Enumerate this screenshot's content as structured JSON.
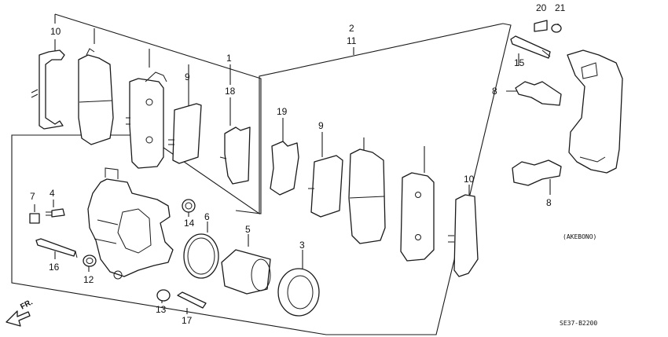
{
  "callouts": {
    "c1": "1",
    "c2": "2",
    "c11": "11",
    "c3": "3",
    "c4": "4",
    "c5": "5",
    "c6": "6",
    "c7": "7",
    "c8a": "8",
    "c8b": "8",
    "c9a": "9",
    "c9b": "9",
    "c10a": "10",
    "c10b": "10",
    "c12": "12",
    "c13": "13",
    "c14": "14",
    "c15": "15",
    "c16": "16",
    "c17": "17",
    "c18": "18",
    "c19": "19",
    "c20": "20",
    "c21": "21"
  },
  "variant_label": "(AKEBONO)",
  "diagram_code": "SE37-B2200",
  "direction_label": "FR.",
  "icons": {
    "direction": "front-arrow-icon"
  }
}
